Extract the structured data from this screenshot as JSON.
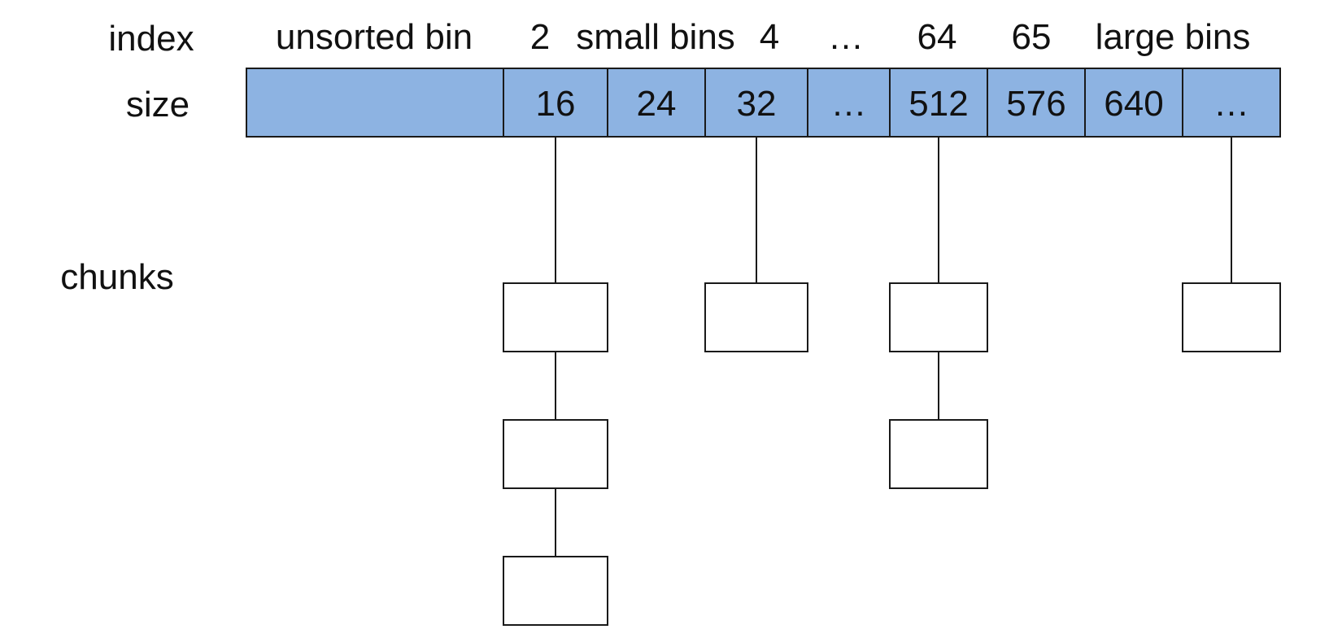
{
  "row_labels": {
    "index": "index",
    "size": "size",
    "chunks": "chunks"
  },
  "index_labels": {
    "unsorted": "unsorted bin",
    "idx_2": "2",
    "small_bins": "small bins",
    "idx_4": "4",
    "ellipsis": "…",
    "idx_64": "64",
    "idx_65": "65",
    "large_bins": "large bins"
  },
  "size_cells": [
    "",
    "16",
    "24",
    "32",
    "…",
    "512",
    "576",
    "640",
    "…"
  ],
  "chunk_counts": [
    0,
    3,
    0,
    1,
    0,
    2,
    0,
    0,
    1
  ],
  "colors": {
    "bin_fill": "#8db3e2",
    "outline": "#1a1a1a",
    "chunk_fill": "#ffffff",
    "text": "#111111"
  }
}
